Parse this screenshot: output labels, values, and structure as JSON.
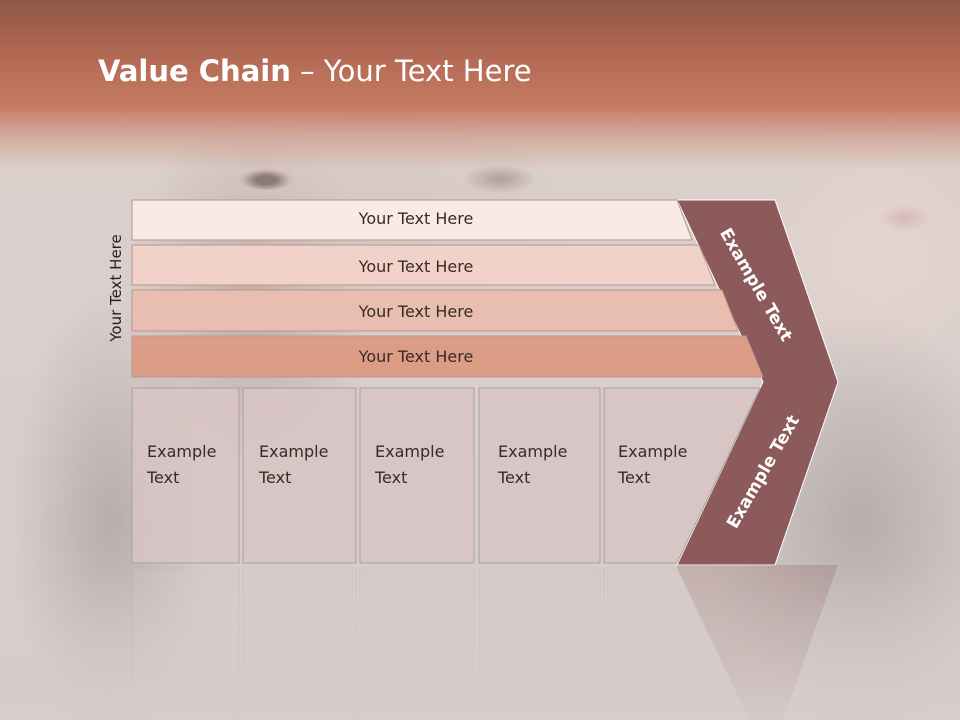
{
  "title": {
    "bold": "Value Chain",
    "rest": " – Your Text Here"
  },
  "side_label": "Your Text Here",
  "bars": [
    {
      "label": "Your Text Here",
      "color": "#f8eae6"
    },
    {
      "label": "Your Text Here",
      "color": "#f1d2c8"
    },
    {
      "label": "Your Text Here",
      "color": "#e8beb0"
    },
    {
      "label": "Your Text Here",
      "color": "#dc9d87"
    }
  ],
  "boxes": [
    {
      "line1": "Example",
      "line2": "Text"
    },
    {
      "line1": "Example",
      "line2": "Text"
    },
    {
      "line1": "Example",
      "line2": "Text"
    },
    {
      "line1": "Example",
      "line2": "Text"
    },
    {
      "line1": "Example",
      "line2": "Text"
    }
  ],
  "chevron": {
    "top_text": "Example Text",
    "bottom_text": "Example Text",
    "color": "#8c5a5a"
  },
  "colors": {
    "header": "#c57a63",
    "box_fill": "#d8c4c4"
  }
}
